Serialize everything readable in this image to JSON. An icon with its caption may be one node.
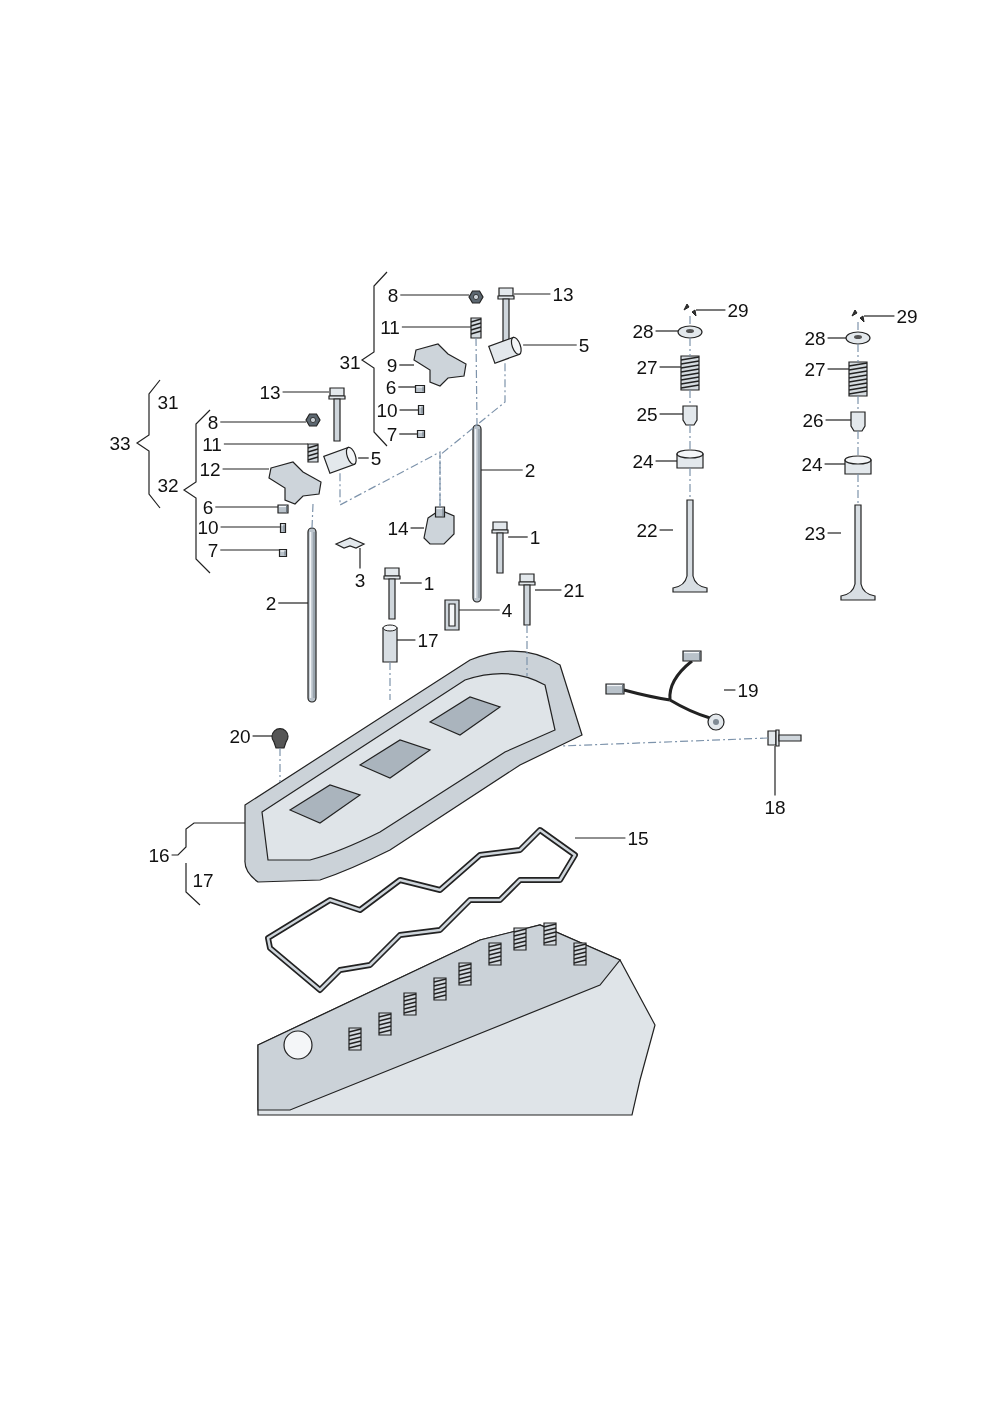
{
  "diagram": {
    "nodes": [
      {
        "text": [
          "8"
        ]
      },
      {
        "text": [
          "13"
        ]
      },
      {
        "text": [
          "11"
        ]
      },
      {
        "text": [
          "5"
        ]
      },
      {
        "text": [
          "9"
        ]
      },
      {
        "text": [
          "6"
        ]
      },
      {
        "text": [
          "13"
        ]
      },
      {
        "text": [
          "10"
        ]
      },
      {
        "text": [
          "8"
        ]
      },
      {
        "text": [
          "7"
        ]
      },
      {
        "text": [
          "11"
        ]
      },
      {
        "text": [
          "5"
        ]
      },
      {
        "text": [
          "2"
        ]
      },
      {
        "text": [
          "12"
        ]
      },
      {
        "text": [
          "6"
        ]
      },
      {
        "text": [
          "10"
        ]
      },
      {
        "text": [
          "14"
        ]
      },
      {
        "text": [
          "1"
        ]
      },
      {
        "text": [
          "7"
        ]
      },
      {
        "text": [
          "3"
        ]
      },
      {
        "text": [
          "1"
        ]
      },
      {
        "text": [
          "21"
        ]
      },
      {
        "text": [
          "2"
        ]
      },
      {
        "text": [
          "4"
        ]
      },
      {
        "text": [
          "17"
        ]
      },
      {
        "text": [
          "29"
        ]
      },
      {
        "text": [
          "28"
        ]
      },
      {
        "text": [
          "27"
        ]
      },
      {
        "text": [
          "25"
        ]
      },
      {
        "text": [
          "24"
        ]
      },
      {
        "text": [
          "22"
        ]
      },
      {
        "text": [
          "29"
        ]
      },
      {
        "text": [
          "28"
        ]
      },
      {
        "text": [
          "27"
        ]
      },
      {
        "text": [
          "26"
        ]
      },
      {
        "text": [
          "24"
        ]
      },
      {
        "text": [
          "23"
        ]
      },
      {
        "text": [
          "19"
        ]
      },
      {
        "text": [
          "20"
        ]
      },
      {
        "text": [
          "18"
        ]
      },
      {
        "text": [
          "15"
        ]
      },
      {
        "text": [
          "16"
        ]
      },
      {
        "text": [],
        "shape": "picture"
      },
      {
        "text": [],
        "shape": "picture"
      },
      {
        "text": [],
        "shape": "picture"
      },
      {
        "text": [],
        "shape": "picture"
      },
      {
        "text": [],
        "shape": "picture"
      },
      {
        "text": [],
        "shape": "picture"
      },
      {
        "text": [],
        "shape": "picture"
      },
      {
        "text": [],
        "shape": "picture"
      },
      {
        "text": [],
        "shape": "picture"
      },
      {
        "text": [],
        "shape": "picture"
      },
      {
        "text": [],
        "shape": "picture"
      },
      {
        "text": [],
        "shape": "picture"
      },
      {
        "text": [],
        "shape": "picture"
      },
      {
        "text": [],
        "shape": "picture"
      },
      {
        "text": [],
        "shape": "picture"
      },
      {
        "text": [],
        "shape": "picture"
      },
      {
        "text": [],
        "shape": "picture"
      },
      {
        "text": [],
        "shape": "picture"
      },
      {
        "text": [],
        "shape": "picture"
      },
      {
        "text": [],
        "shape": "picture"
      },
      {
        "text": [],
        "shape": "picture"
      },
      {
        "text": [],
        "shape": "picture"
      },
      {
        "text": [],
        "shape": "picture"
      },
      {
        "text": [],
        "shape": "picture"
      },
      {
        "text": [],
        "shape": "picture"
      },
      {
        "text": [],
        "shape": "picture"
      },
      {
        "text": [],
        "shape": "picture"
      },
      {
        "text": [],
        "shape": "picture"
      },
      {
        "text": [],
        "shape": "picture"
      },
      {
        "text": [],
        "shape": "picture"
      },
      {
        "text": [],
        "shape": "picture"
      },
      {
        "text": [],
        "shape": "picture"
      },
      {
        "text": [],
        "shape": "picture"
      },
      {
        "text": [],
        "shape": "picture"
      },
      {
        "text": [],
        "shape": "picture"
      },
      {
        "text": [],
        "shape": "picture"
      },
      {
        "text": [],
        "shape": "picture"
      },
      {
        "text": [],
        "shape": "picture"
      },
      {
        "text": [],
        "shape": "picture"
      },
      {
        "text": [],
        "shape": "picture"
      },
      {
        "text": [],
        "shape": "picture"
      },
      {
        "text": [],
        "shape": "picture"
      }
    ],
    "edges": [
      {
        "from": 0,
        "to": 42,
        "arrow": "none"
      },
      {
        "from": 1,
        "to": 43,
        "arrow": "none"
      },
      {
        "from": 2,
        "to": 44,
        "arrow": "none"
      },
      {
        "from": 3,
        "to": 45,
        "arrow": "none"
      },
      {
        "from": 4,
        "to": 46,
        "arrow": "none"
      },
      {
        "from": 5,
        "to": 47,
        "arrow": "none"
      },
      {
        "from": 6,
        "to": 48,
        "arrow": "none"
      },
      {
        "from": 7,
        "to": 49,
        "arrow": "none"
      },
      {
        "from": 8,
        "to": 50,
        "arrow": "none"
      },
      {
        "from": 9,
        "to": 51,
        "arrow": "none"
      },
      {
        "from": 10,
        "to": 52,
        "arrow": "none"
      },
      {
        "from": 11,
        "to": 53,
        "arrow": "none"
      },
      {
        "from": 12,
        "to": 54,
        "arrow": "none"
      },
      {
        "from": 13,
        "to": 55,
        "arrow": "none"
      },
      {
        "from": 14,
        "to": 56,
        "arrow": "none"
      },
      {
        "from": 15,
        "to": 57,
        "arrow": "none"
      },
      {
        "from": 16,
        "to": 58,
        "arrow": "none"
      },
      {
        "from": 17,
        "to": 59,
        "arrow": "none"
      },
      {
        "from": 18,
        "to": 60,
        "arrow": "none"
      },
      {
        "from": 19,
        "to": 61,
        "arrow": "none"
      },
      {
        "from": 20,
        "to": 62,
        "arrow": "none"
      },
      {
        "from": 21,
        "to": 63,
        "arrow": "none"
      },
      {
        "from": 22,
        "to": 64,
        "arrow": "none"
      },
      {
        "from": 23,
        "to": 65,
        "arrow": "none"
      },
      {
        "from": 24,
        "to": 66,
        "arrow": "none"
      },
      {
        "from": 25,
        "to": 67,
        "arrow": "none"
      },
      {
        "from": 26,
        "to": 68,
        "arrow": "none"
      },
      {
        "from": 27,
        "to": 69,
        "arrow": "none"
      },
      {
        "from": 28,
        "to": 70,
        "arrow": "none"
      },
      {
        "from": 29,
        "to": 71,
        "arrow": "none"
      },
      {
        "from": 30,
        "to": 72,
        "arrow": "none"
      },
      {
        "from": 31,
        "to": 73,
        "arrow": "none"
      },
      {
        "from": 32,
        "to": 74,
        "arrow": "none"
      },
      {
        "from": 33,
        "to": 75,
        "arrow": "none"
      },
      {
        "from": 34,
        "to": 76,
        "arrow": "none"
      },
      {
        "from": 35,
        "to": 77,
        "arrow": "none"
      },
      {
        "from": 36,
        "to": 78,
        "arrow": "none"
      },
      {
        "from": 37,
        "to": 79,
        "arrow": "none"
      },
      {
        "from": 38,
        "to": 80,
        "arrow": "none"
      },
      {
        "from": 39,
        "to": 81,
        "arrow": "none"
      },
      {
        "from": 40,
        "to": 82,
        "arrow": "none"
      },
      {
        "from": 41,
        "to": 83,
        "arrow": "none"
      },
      {
        "from": 55,
        "to": 64,
        "arrow": "none",
        "style": "dashed",
        "color": "#7d93ab"
      },
      {
        "from": 44,
        "to": 54,
        "arrow": "none",
        "style": "dashed",
        "color": "#7d93ab"
      },
      {
        "from": 45,
        "to": 58,
        "arrow": "none",
        "style": "dashed",
        "color": "#7d93ab"
      },
      {
        "from": 53,
        "to": 58,
        "arrow": "none",
        "style": "dashed",
        "color": "#7d93ab"
      },
      {
        "from": 66,
        "to": 83,
        "arrow": "none",
        "style": "dashed",
        "color": "#7d93ab"
      },
      {
        "from": 63,
        "to": 83,
        "arrow": "none",
        "style": "dashed",
        "color": "#7d93ab"
      },
      {
        "from": 81,
        "to": 83,
        "arrow": "none",
        "style": "dashed",
        "color": "#7d93ab"
      },
      {
        "from": 80,
        "to": 83,
        "arrow": "none",
        "style": "dashed",
        "color": "#7d93ab"
      },
      {
        "from": 67,
        "to": 68,
        "arrow": "none",
        "style": "dashed",
        "color": "#7d93ab"
      },
      {
        "from": 68,
        "to": 69,
        "arrow": "none",
        "style": "dashed",
        "color": "#7d93ab"
      },
      {
        "from": 69,
        "to": 70,
        "arrow": "none",
        "style": "dashed",
        "color": "#7d93ab"
      },
      {
        "from": 70,
        "to": 71,
        "arrow": "none",
        "style": "dashed",
        "color": "#7d93ab"
      },
      {
        "from": 71,
        "to": 72,
        "arrow": "none",
        "style": "dashed",
        "color": "#7d93ab"
      },
      {
        "from": 73,
        "to": 74,
        "arrow": "none",
        "style": "dashed",
        "color": "#7d93ab"
      },
      {
        "from": 74,
        "to": 75,
        "arrow": "none",
        "style": "dashed",
        "color": "#7d93ab"
      },
      {
        "from": 75,
        "to": 76,
        "arrow": "none",
        "style": "dashed",
        "color": "#7d93ab"
      },
      {
        "from": 76,
        "to": 77,
        "arrow": "none",
        "style": "dashed",
        "color": "#7d93ab"
      },
      {
        "from": 77,
        "to": 78,
        "arrow": "none",
        "style": "dashed",
        "color": "#7d93ab"
      }
    ],
    "labels": [
      "33",
      "31",
      "32",
      "31",
      "17"
    ]
  }
}
